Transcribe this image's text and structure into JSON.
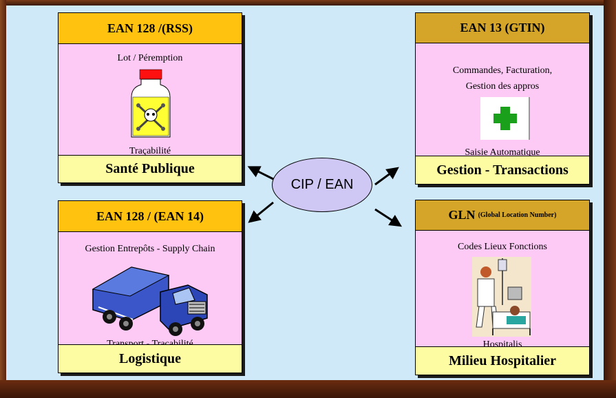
{
  "center": {
    "label": "CIP / EAN"
  },
  "boxes": {
    "sante": {
      "header": "EAN 128 /(RSS)",
      "top_text": "Lot / Péremption",
      "bottom_text": "Traçabilité",
      "footer": "Santé Publique",
      "icon": "poison-bottle-icon"
    },
    "gestion": {
      "header": "EAN 13 (GTIN)",
      "top_text_1": "Commandes, Facturation,",
      "top_text_2": "Gestion des appros",
      "bottom_text": "Saisie Automatique",
      "footer": "Gestion - Transactions",
      "icon": "green-cross-icon"
    },
    "logistique": {
      "header": "EAN 128 / (EAN 14)",
      "top_text": "Gestion Entrepôts - Supply Chain",
      "bottom_text": "Transport - Traçabilité",
      "footer": "Logistique",
      "icon": "truck-icon"
    },
    "hospitalier": {
      "header": "GLN",
      "header_small": "(Global Location Number)",
      "top_text": "Codes Lieux Fonctions",
      "bottom_text": "Hospitalis",
      "footer": "Milieu Hospitalier",
      "icon": "hospital-scene-icon"
    }
  },
  "colors": {
    "background": "#cfe9f9",
    "header_gold": "#ffc20e",
    "header_tan": "#d4a528",
    "body_pink": "#fdc9f5",
    "footer_yellow": "#fdfca3",
    "oval": "#cfc7f4",
    "frame": "#5a2410"
  }
}
